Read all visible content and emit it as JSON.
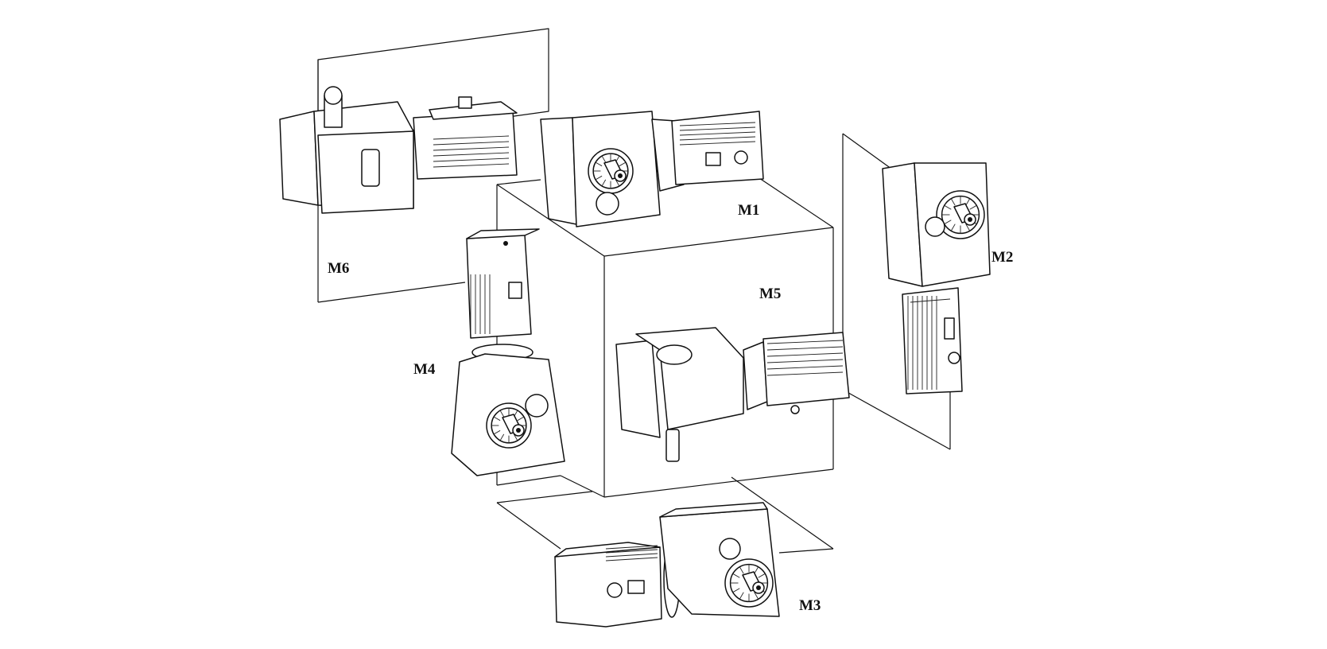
{
  "diagram": {
    "subject": "Gear motor mounting positions",
    "colors": {
      "line": "#111111",
      "background": "#ffffff"
    },
    "positions": [
      {
        "id": "M1",
        "label": "M1",
        "description": "motor on top face of cube, horizontal"
      },
      {
        "id": "M2",
        "label": "M2",
        "description": "motor on right vertical plane, motor pointing down"
      },
      {
        "id": "M3",
        "label": "M3",
        "description": "motor on bottom plane, horizontal"
      },
      {
        "id": "M4",
        "label": "M4",
        "description": "motor on left side, motor pointing up"
      },
      {
        "id": "M5",
        "label": "M5",
        "description": "motor on front face of cube, output shaft down"
      },
      {
        "id": "M6",
        "label": "M6",
        "description": "motor on back vertical plane, output shaft up"
      }
    ]
  }
}
